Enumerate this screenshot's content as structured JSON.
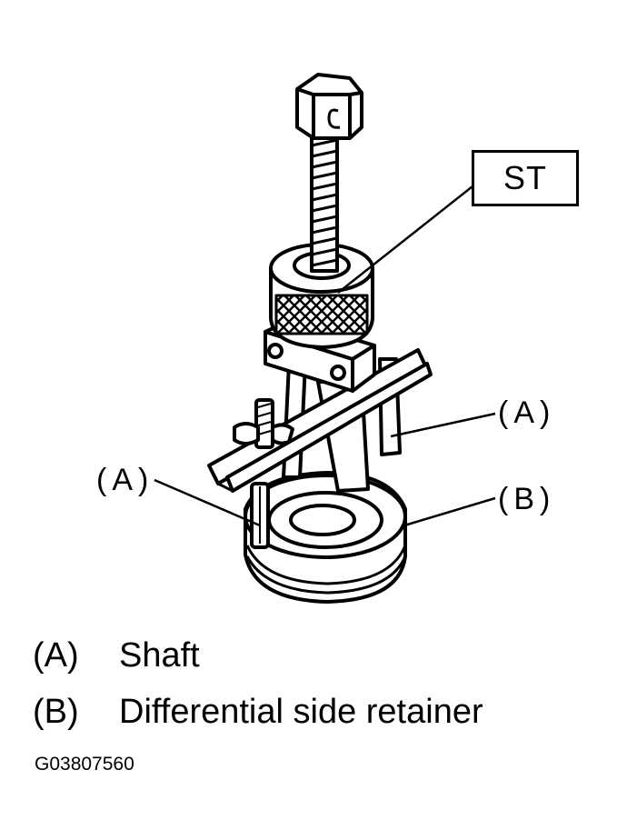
{
  "diagram": {
    "tool_label": "ST",
    "callouts": {
      "a_right": "(A)",
      "a_left": "(A)",
      "b_right": "(B)"
    }
  },
  "legend": [
    {
      "key": "(A)",
      "text": "Shaft"
    },
    {
      "key": "(B)",
      "text": "Differential side retainer"
    }
  ],
  "figure_code": "G03807560"
}
